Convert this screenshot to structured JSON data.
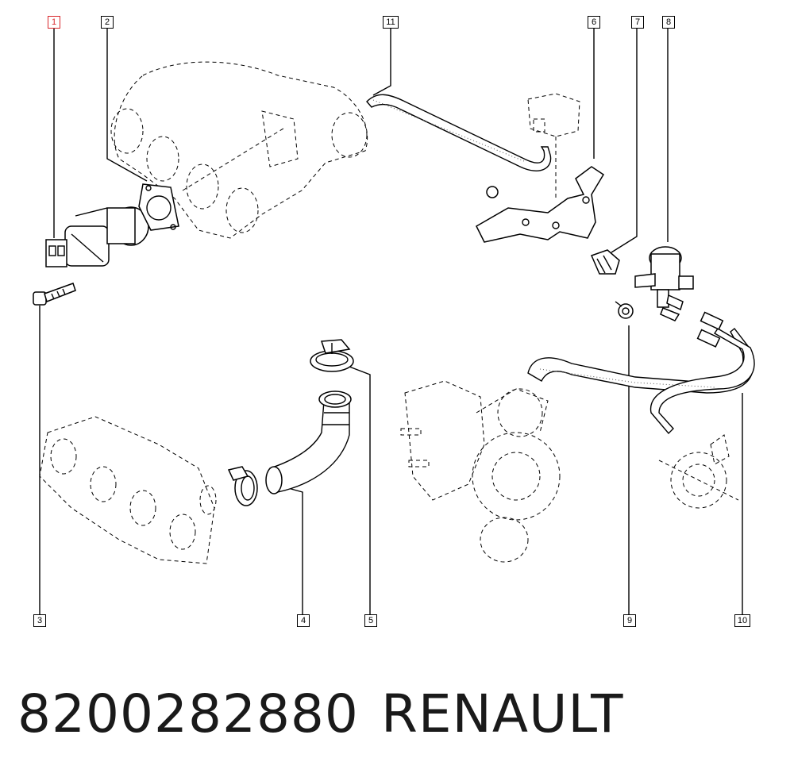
{
  "callouts": [
    {
      "id": "1",
      "selected": true
    },
    {
      "id": "2",
      "selected": false
    },
    {
      "id": "3",
      "selected": false
    },
    {
      "id": "4",
      "selected": false
    },
    {
      "id": "5",
      "selected": false
    },
    {
      "id": "6",
      "selected": false
    },
    {
      "id": "7",
      "selected": false
    },
    {
      "id": "8",
      "selected": false
    },
    {
      "id": "9",
      "selected": false
    },
    {
      "id": "10",
      "selected": false
    },
    {
      "id": "11",
      "selected": false
    }
  ],
  "footer": {
    "part_number": "8200282880",
    "brand": "RENAULT"
  },
  "colors": {
    "selected_callout": "#d9262b",
    "line": "#000000",
    "footer_text": "#1a1a1a"
  }
}
